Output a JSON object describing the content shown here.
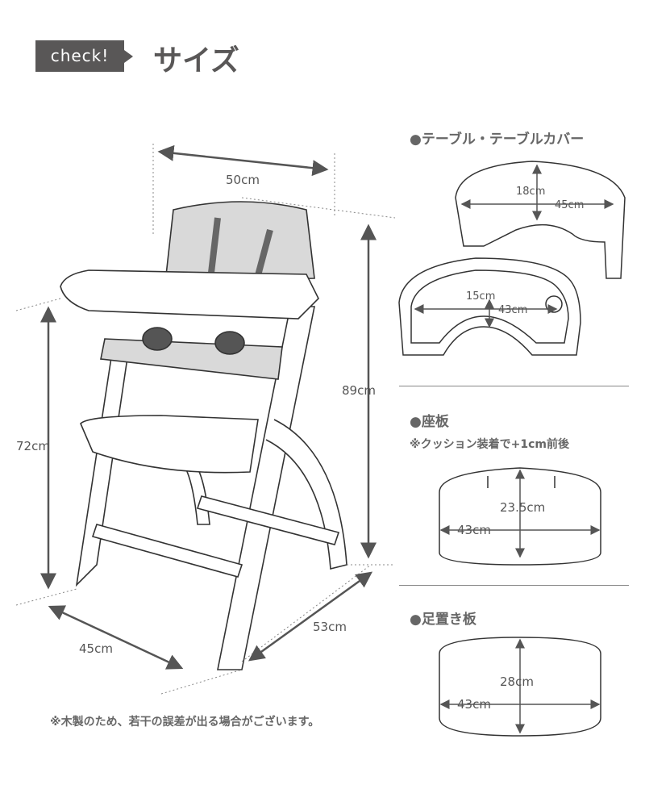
{
  "header": {
    "badge": "check!",
    "title": "サイズ"
  },
  "chair": {
    "width": "50cm",
    "height": "89cm",
    "seat_height": "72cm",
    "base_width": "45cm",
    "depth": "53cm"
  },
  "table": {
    "heading": "●テーブル・テーブルカバー",
    "cover_depth": "18cm",
    "cover_width": "45cm",
    "tray_depth": "15cm",
    "tray_width": "43cm"
  },
  "seat": {
    "heading": "●座板",
    "note": "※クッション装着で+1cm前後",
    "depth": "23.5cm",
    "width": "43cm"
  },
  "footrest": {
    "heading": "●足置き板",
    "depth": "28cm",
    "width": "43cm"
  },
  "footer_note": "※木製のため、若干の誤差が出る場合がございます。"
}
